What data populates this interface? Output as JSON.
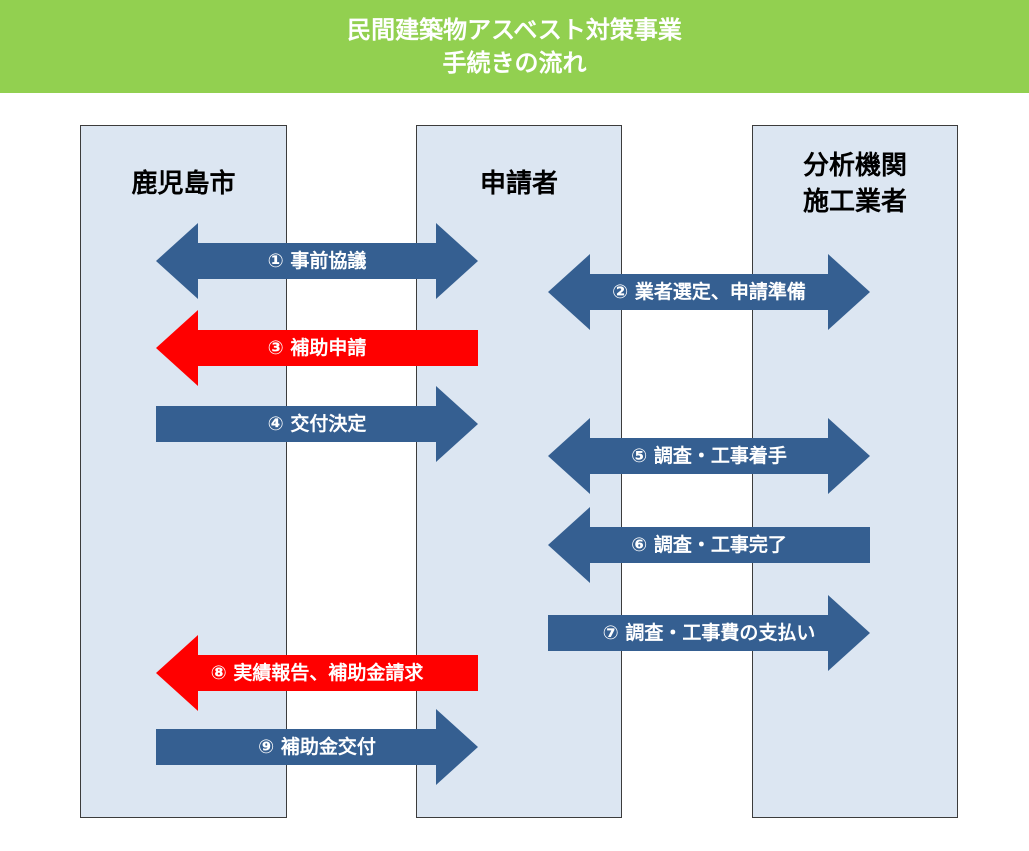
{
  "header": {
    "line1": "民間建築物アスベスト対策事業",
    "line2": "手続きの流れ",
    "background": "#92d050"
  },
  "lanes": {
    "city": "鹿児島市",
    "applicant": "申請者",
    "contractor_line1": "分析機関",
    "contractor_line2": "施工業者",
    "fill": "#dce6f2"
  },
  "colors": {
    "blue": "#355f91",
    "red": "#ff0000"
  },
  "steps": [
    {
      "label": "① 事前協議",
      "color": "blue",
      "from": "city",
      "to": "applicant",
      "direction": "both"
    },
    {
      "label": "② 業者選定、申請準備",
      "color": "blue",
      "from": "applicant",
      "to": "contractor",
      "direction": "both"
    },
    {
      "label": "③ 補助申請",
      "color": "red",
      "from": "applicant",
      "to": "city",
      "direction": "left"
    },
    {
      "label": "④ 交付決定",
      "color": "blue",
      "from": "city",
      "to": "applicant",
      "direction": "right"
    },
    {
      "label": "⑤ 調査・工事着手",
      "color": "blue",
      "from": "applicant",
      "to": "contractor",
      "direction": "both"
    },
    {
      "label": "⑥ 調査・工事完了",
      "color": "blue",
      "from": "contractor",
      "to": "applicant",
      "direction": "left"
    },
    {
      "label": "⑦ 調査・工事費の支払い",
      "color": "blue",
      "from": "applicant",
      "to": "contractor",
      "direction": "right"
    },
    {
      "label": "⑧ 実績報告、補助金請求",
      "color": "red",
      "from": "applicant",
      "to": "city",
      "direction": "left"
    },
    {
      "label": "⑨ 補助金交付",
      "color": "blue",
      "from": "city",
      "to": "applicant",
      "direction": "right"
    }
  ]
}
